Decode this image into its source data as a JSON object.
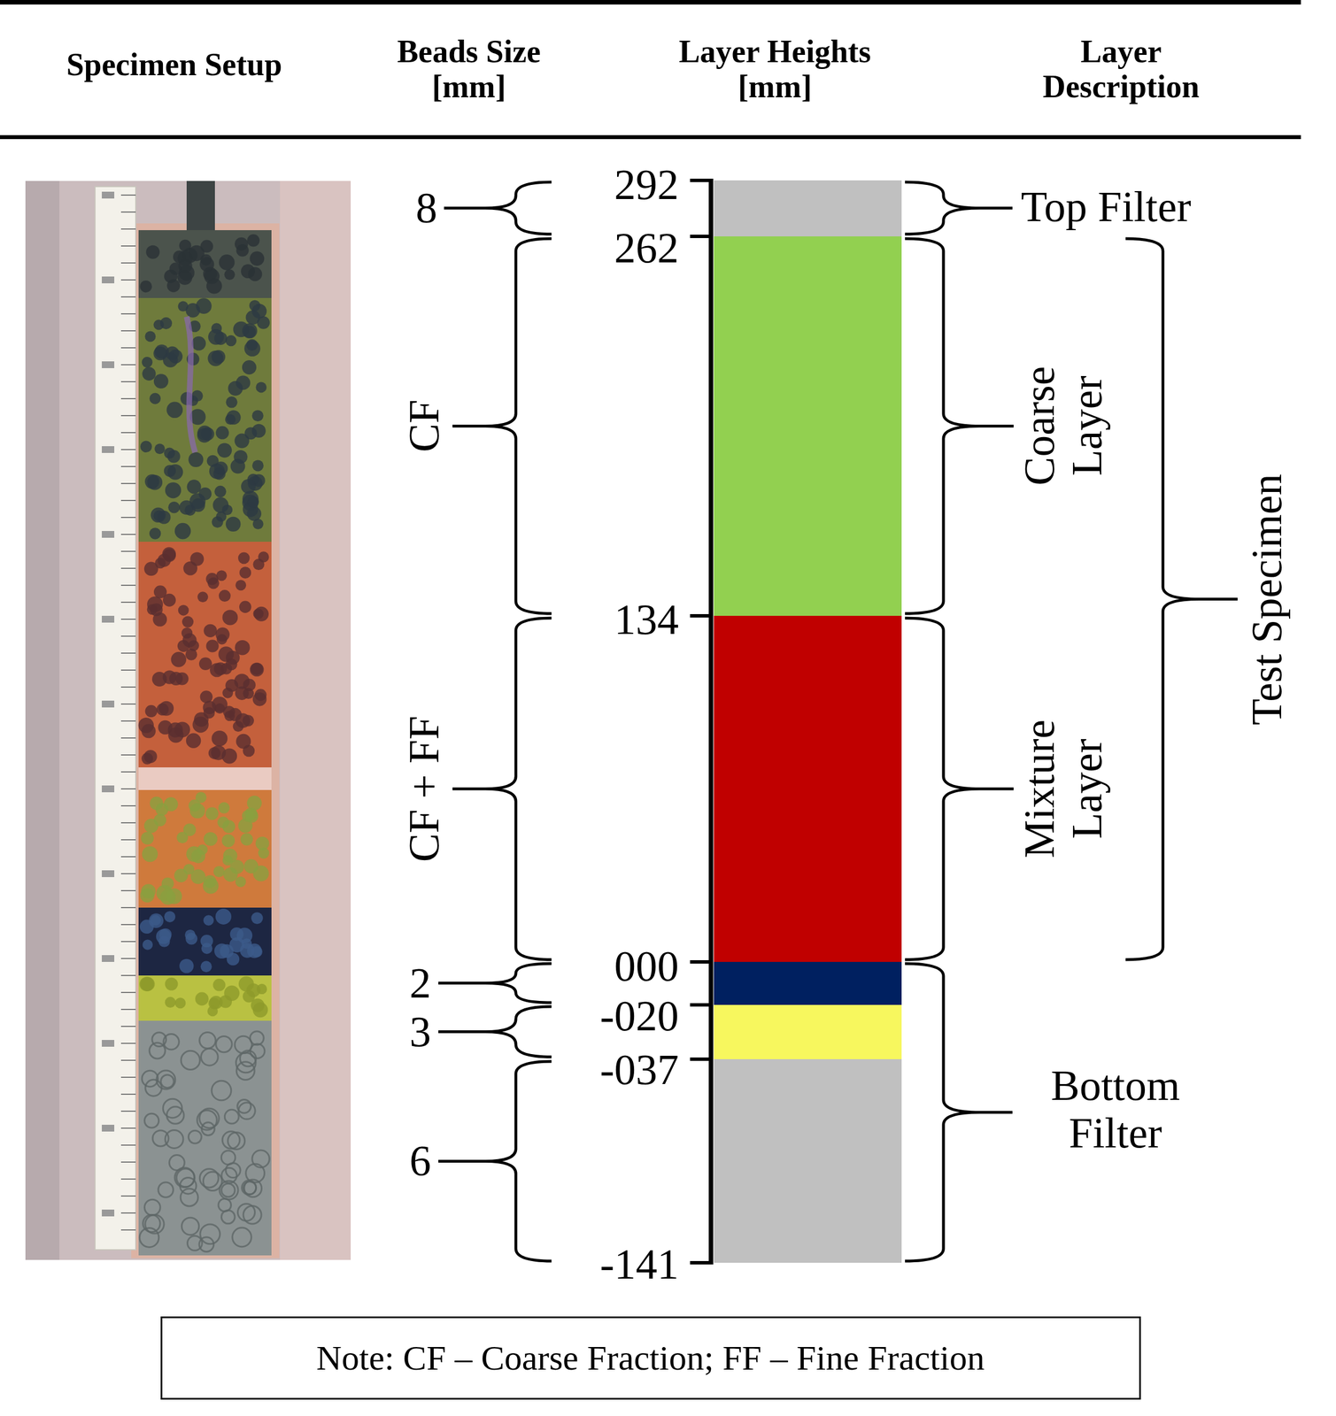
{
  "diagram": {
    "nodes": [
      {
        "text": [
          "Note: CF – Coarse Fraction; FF – Fine Fraction"
        ]
      }
    ],
    "labels": [
      "Specimen Setup",
      "Beads Size [mm]",
      "Layer Heights [mm]",
      "Layer Description",
      "292",
      "262",
      "134",
      "000",
      "-020",
      "-037",
      "-141",
      "8",
      "CF",
      "CF + FF",
      "2",
      "3",
      "6",
      "Top Filter",
      "Coarse Layer",
      "Mixture Layer",
      "Test Specimen",
      "Bottom Filter"
    ]
  }
}
